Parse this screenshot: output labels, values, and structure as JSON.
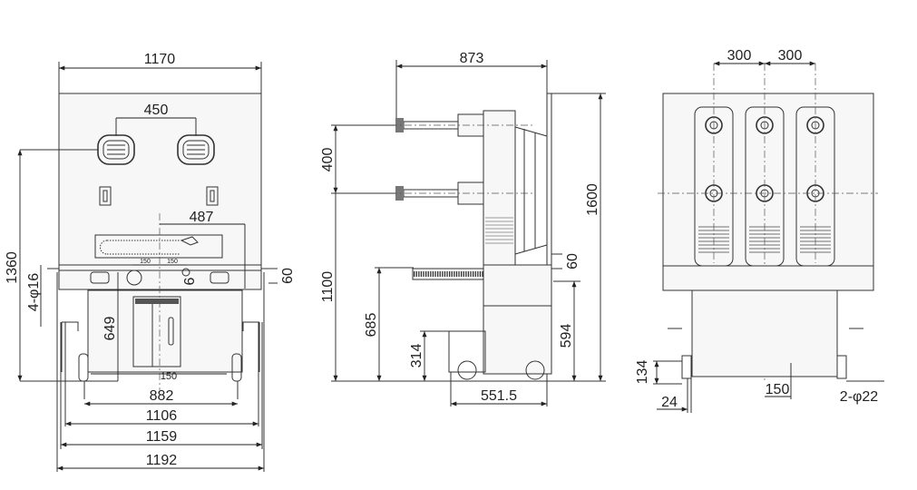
{
  "front_view": {
    "dimensions": {
      "overall_width": "1170",
      "handle_spacing": "450",
      "window_width": "487",
      "small_left": "150",
      "small_right": "150",
      "height": "1360",
      "holes": "4-φ16",
      "side_60": "60",
      "offset_6": "6",
      "height_649": "649",
      "bottom_150": "150",
      "wheel_882": "882",
      "width_1106": "1106",
      "width_1159": "1159",
      "width_1192": "1192"
    }
  },
  "side_view": {
    "dimensions": {
      "depth_873": "873",
      "pole_spacing_400": "400",
      "height_1100": "1100",
      "height_685": "685",
      "height_314": "314",
      "height_1600": "1600",
      "offset_60": "60",
      "height_594": "594",
      "base_551_5": "551.5"
    }
  },
  "rear_view": {
    "dimensions": {
      "phase_300_left": "300",
      "phase_300_right": "300",
      "height_134": "134",
      "offset_24": "24",
      "center_150": "150",
      "holes": "2-φ22"
    }
  }
}
